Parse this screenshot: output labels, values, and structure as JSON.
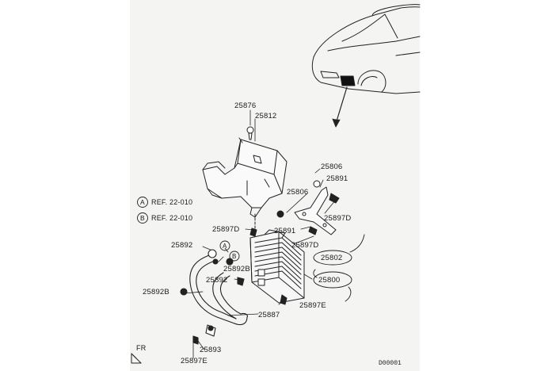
{
  "diagram": {
    "part_labels": {
      "p25876": "25876",
      "p25812": "25812",
      "p25806_top": "25806",
      "p25891_top": "25891",
      "p25806_mid": "25806",
      "p25897D_right": "25897D",
      "p25897D_left": "25897D",
      "p25891_mid": "25891",
      "p25897D_mid": "25897D",
      "p25892_top": "25892",
      "p25802": "25802",
      "p25892B_right": "25892B",
      "p25892_mid": "25892",
      "p25800": "25800",
      "p25892B_left": "25892B",
      "p25897E_right": "25897E",
      "p25887": "25887",
      "p25893": "25893",
      "p25897E_bottom": "25897E"
    },
    "references": [
      {
        "marker": "A",
        "text": "REF. 22-010"
      },
      {
        "marker": "B",
        "text": "REF. 22-010"
      }
    ],
    "callouts": {
      "A": "A",
      "B": "B"
    },
    "front_indicator": "FR",
    "drawing_code": "D00001"
  }
}
